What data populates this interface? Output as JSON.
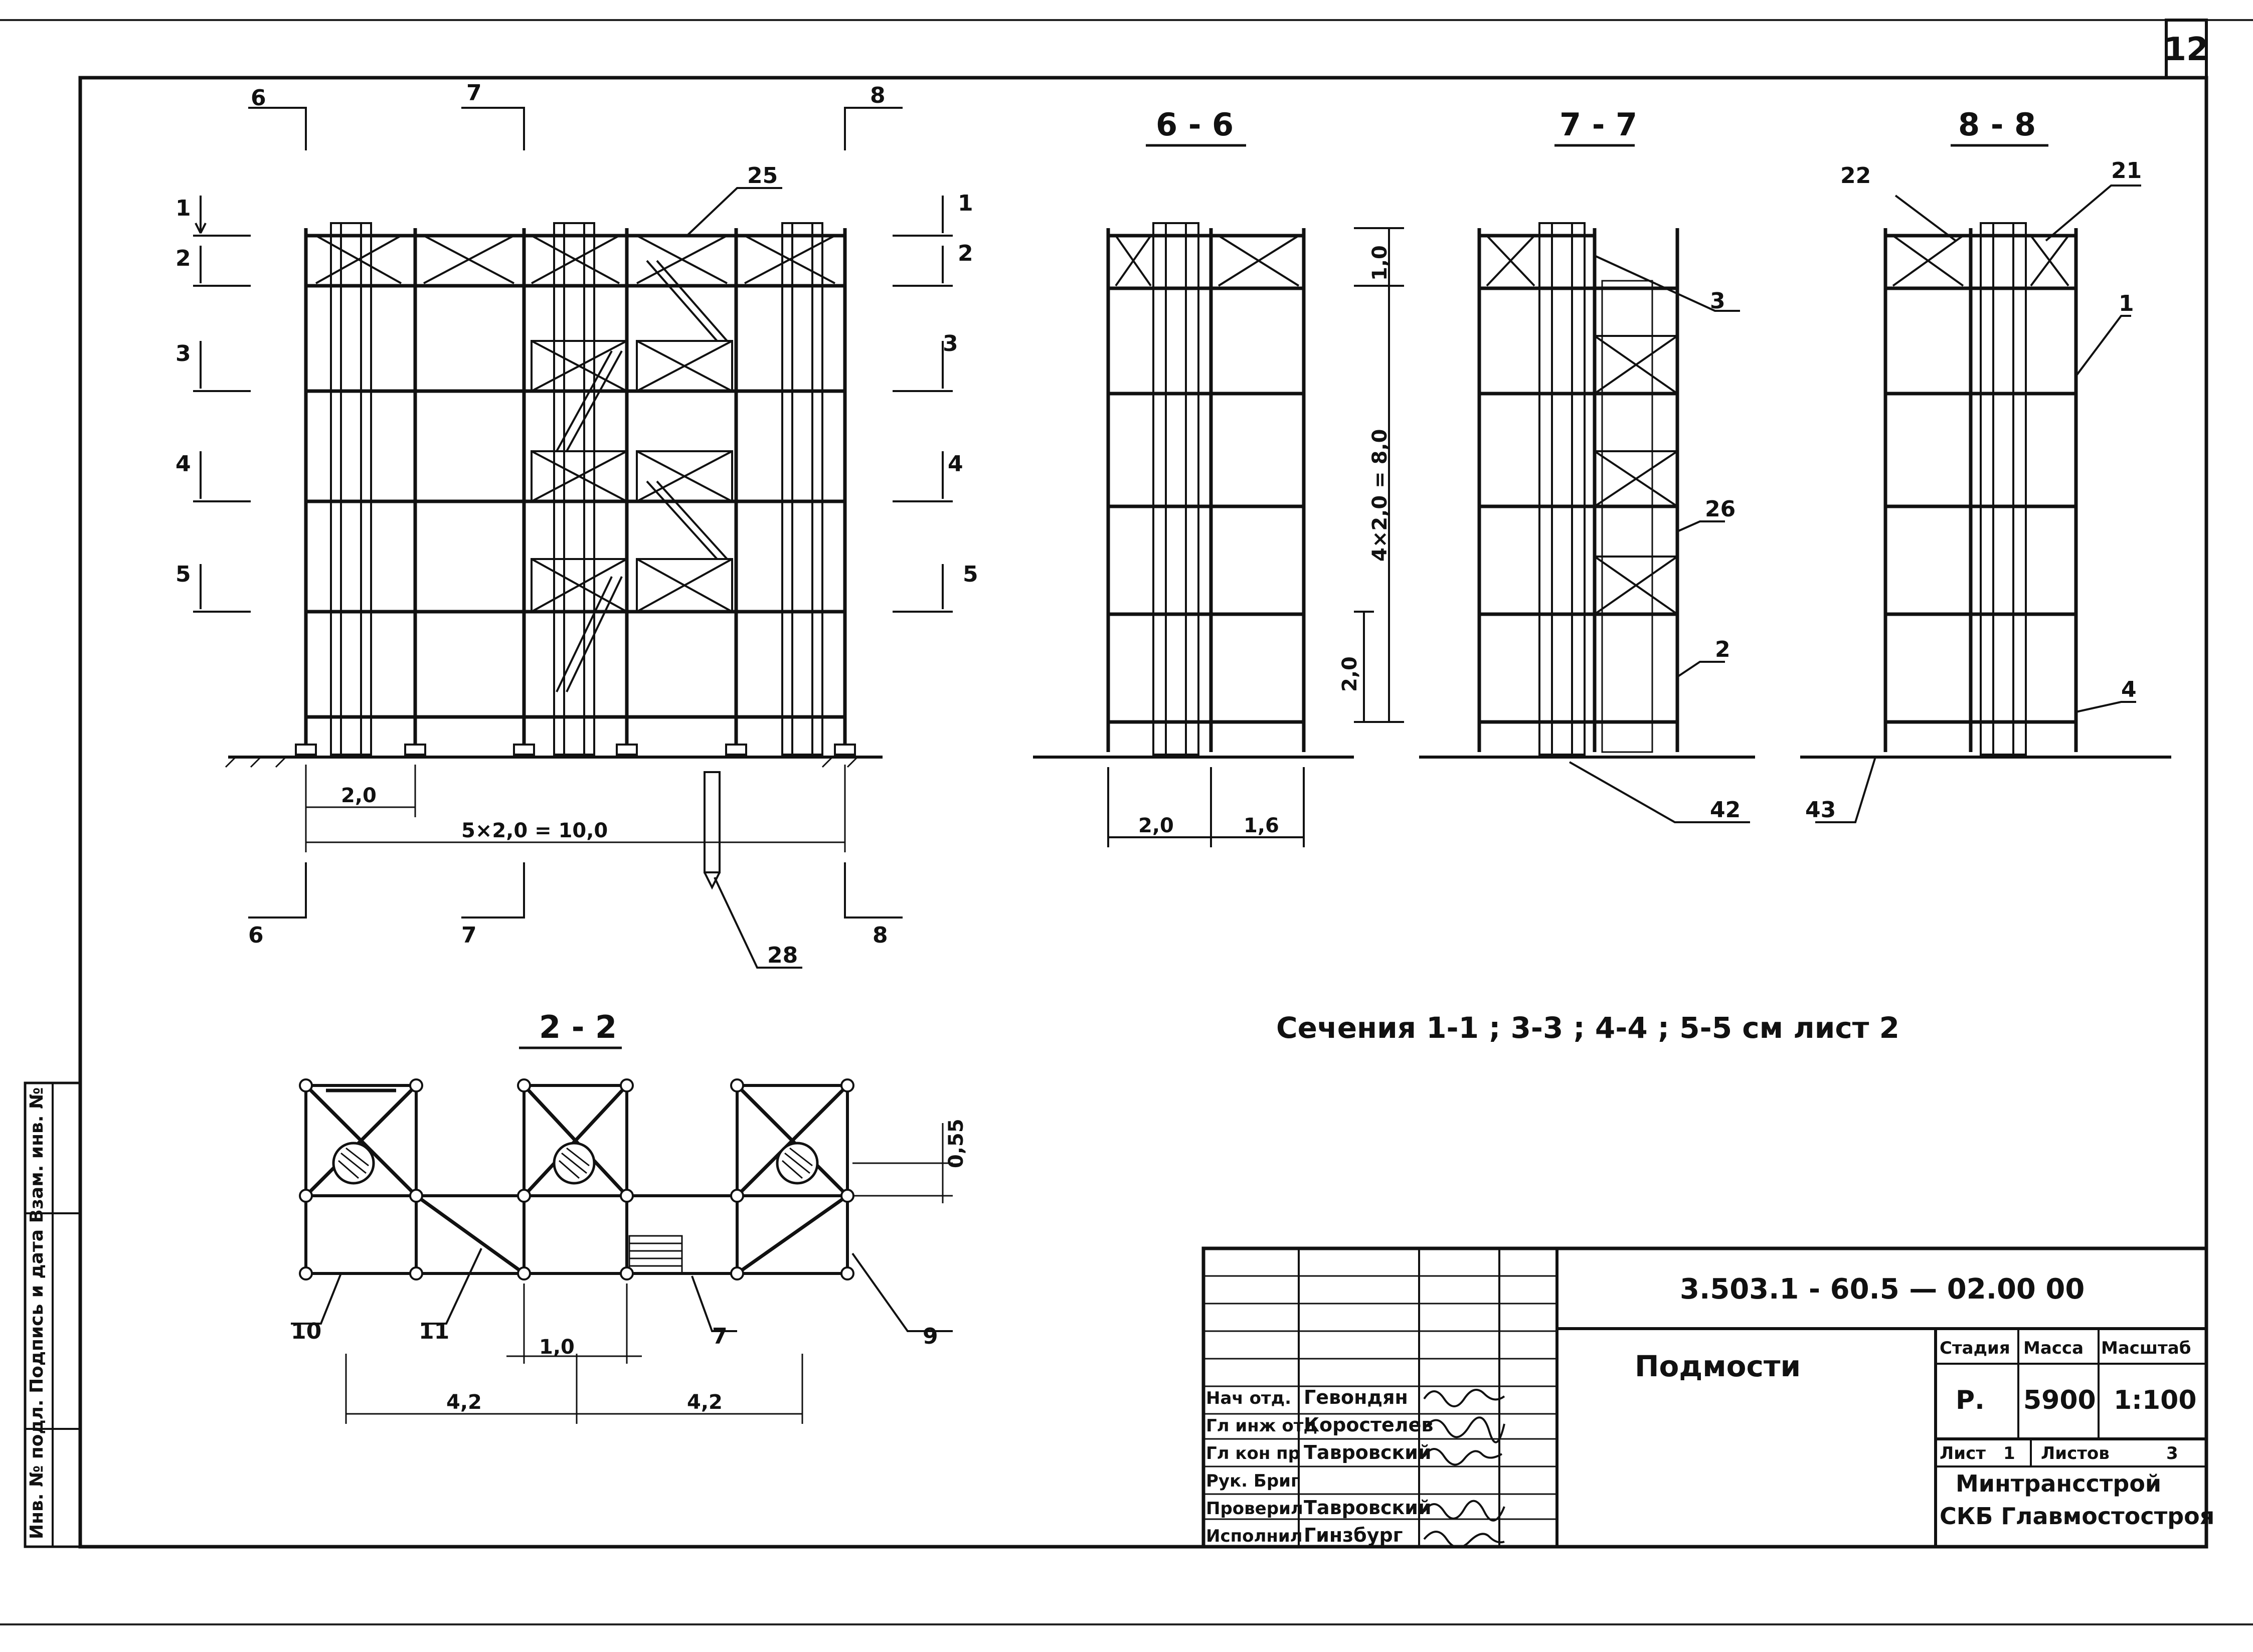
{
  "sheet_number": "12",
  "views": {
    "elevation": {
      "markers_left": [
        "1",
        "2",
        "3",
        "4",
        "5"
      ],
      "markers_right": [
        "1",
        "2",
        "3",
        "4",
        "5"
      ],
      "cut_top": [
        "6",
        "7",
        "8"
      ],
      "cut_bottom": [
        "6",
        "7",
        "8"
      ],
      "callout_top": "25",
      "callout_pile": "28",
      "dim_span": "2,0",
      "dim_total": "5×2,0 = 10,0"
    },
    "section_6_6": {
      "title": "6 - 6",
      "dim_top": "1,0",
      "dim_height": "4×2,0 = 8,0",
      "dim_level": "2,0",
      "dim_w1": "2,0",
      "dim_w2": "1,6"
    },
    "section_7_7": {
      "title": "7 - 7",
      "callouts": [
        "3",
        "26",
        "2",
        "42"
      ]
    },
    "section_8_8": {
      "title": "8 - 8",
      "callouts": [
        "22",
        "21",
        "1",
        "4",
        "43"
      ]
    },
    "section_2_2": {
      "title": "2 - 2",
      "dim_side": "0,55",
      "dim_step": "1,0",
      "dim_a": "4,2",
      "dim_b": "4,2",
      "callouts": [
        "10",
        "11",
        "7",
        "9"
      ]
    },
    "note": "Сечения  1-1 ; 3-3 ; 4-4 ; 5-5  см  лист 2"
  },
  "title_block": {
    "doc_code": "3.503.1 - 60.5 — 02.00 00",
    "name": "Подмости",
    "stage_label": "Стадия",
    "stage": "Р.",
    "mass_label": "Масса",
    "mass": "5900",
    "scale_label": "Масштаб",
    "scale": "1:100",
    "sheet_label": "Лист",
    "sheet": "1",
    "sheets_label": "Листов",
    "sheets": "3",
    "org_line1": "Минтрансстрой",
    "org_line2": "СКБ Главмостостроя",
    "staff": [
      {
        "role": "Нач отд.",
        "name": "Гевондян"
      },
      {
        "role": "Гл инж отд",
        "name": "Коростелев"
      },
      {
        "role": "Гл кон пр",
        "name": "Тавровский"
      },
      {
        "role": "Рук. Бриг",
        "name": ""
      },
      {
        "role": "Проверил",
        "name": "Тавровский"
      },
      {
        "role": "Исполнил",
        "name": "Гинзбург"
      }
    ]
  },
  "side_stamp": "Инв. № подл.  Подпись и дата  Взам. инв. №"
}
